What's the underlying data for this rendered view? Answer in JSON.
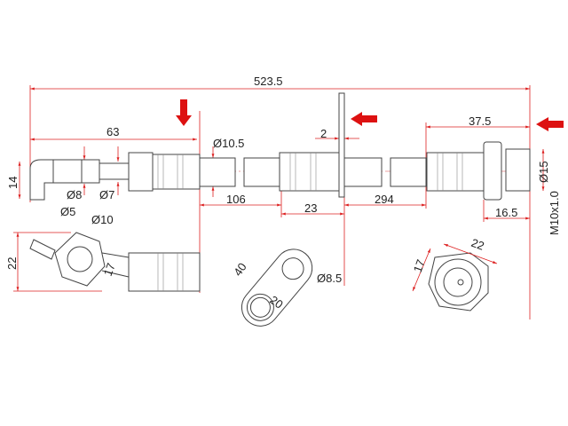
{
  "title": "Brake hose dimensional drawing",
  "accent_color": "#dd1111",
  "dimensions": {
    "overall_length": "523.5",
    "left_length": "63",
    "left_height": "14",
    "dia_tube_8": "Ø8",
    "dia_tube_7": "Ø7",
    "dia_hose": "Ø10.5",
    "seg_106": "106",
    "seg_23": "23",
    "seg_294": "294",
    "flange_thickness": "2",
    "right_length": "37.5",
    "right_dia": "Ø15",
    "thread": "M10x1.0",
    "right_thread_len": "16.5",
    "banjo_dia_5": "Ø5",
    "banjo_dia_10": "Ø10",
    "banjo_height": "22",
    "banjo_hex": "17",
    "bracket_length": "40",
    "bracket_width": "20",
    "bracket_hole": "Ø8.5",
    "nut_width": "22",
    "nut_height": "17"
  },
  "icons": [
    "arrow-down-icon",
    "arrow-left-icon",
    "arrow-left-icon"
  ]
}
